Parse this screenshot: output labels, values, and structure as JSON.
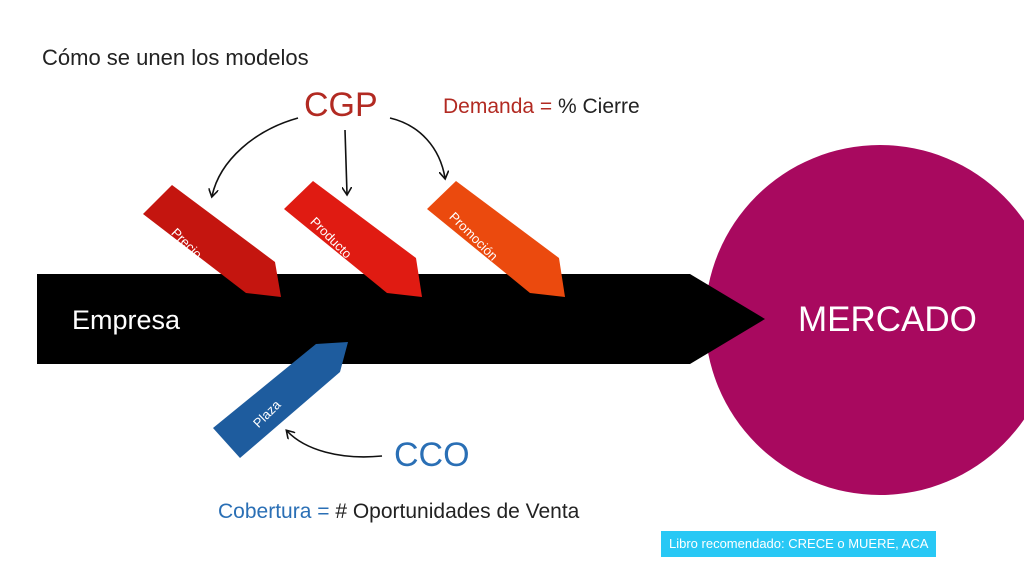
{
  "slide": {
    "title": "Cómo se unen los modelos",
    "cgp_label": "CGP",
    "cco_label": "CCO",
    "demanda_term": "Demanda =",
    "demanda_rest": "% Cierre",
    "cobertura_term": "Cobertura =",
    "cobertura_rest": "# Oportunidades de Venta",
    "empresa_label": "Empresa",
    "mercado_label": "MERCADO",
    "badge_text": "Libro recomendado: CRECE o MUERE, ACA"
  },
  "tags": {
    "precio": "Precio",
    "producto": "Producto",
    "promocion": "Promoción",
    "plaza": "Plaza"
  },
  "colors": {
    "cgp_red": "#b22a22",
    "cco_blue": "#2a6fb5",
    "mercado_magenta": "#a8095f",
    "main_arrow": "#000000",
    "precio_tag": "#c4150f",
    "producto_tag": "#e01b12",
    "promocion_tag": "#eb4a0e",
    "plaza_tag": "#1e5c9e",
    "badge_bg": "#28c8f5"
  }
}
